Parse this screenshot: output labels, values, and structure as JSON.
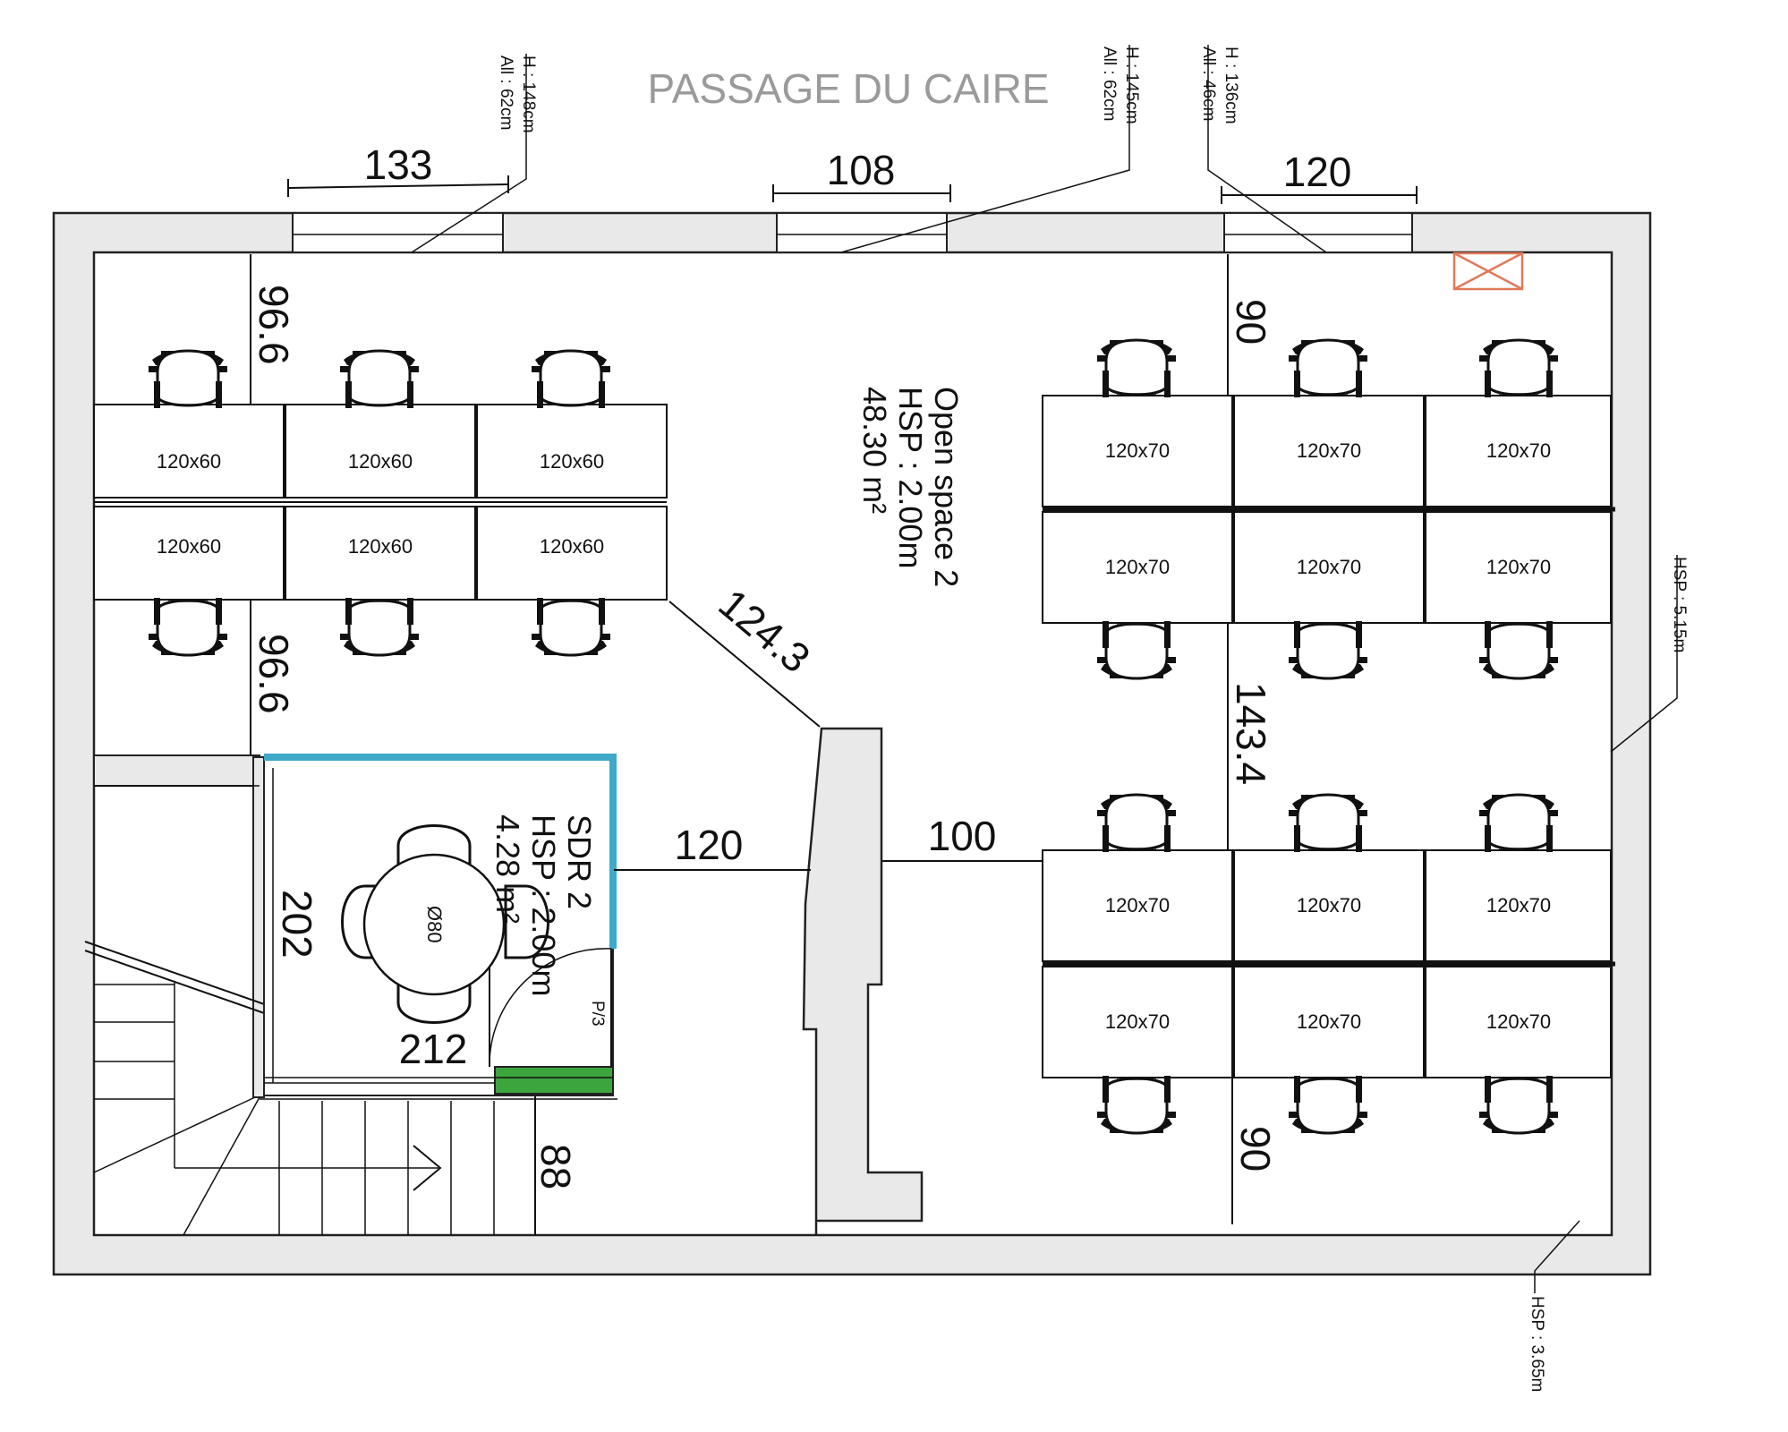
{
  "street_name": "PASSAGE DU CAIRE",
  "windows": [
    {
      "width": "133",
      "height": "H : 148cm",
      "sill": "All : 62cm"
    },
    {
      "width": "108",
      "height": "H : 145cm",
      "sill": "All : 62cm"
    },
    {
      "width": "120",
      "height": "H : 136cm",
      "sill": "All : 46cm"
    }
  ],
  "rooms": {
    "open_space": {
      "name": "Open space 2",
      "height": "HSP : 2.00m",
      "area": "48.30 m²"
    },
    "meeting_room": {
      "name": "SDR 2",
      "height": "HSP : 2.00m",
      "area": "4.28 m²"
    }
  },
  "ceiling_heights": {
    "right_wall": "HSP : 5.15m",
    "bottom_right": "HSP : 3.65m"
  },
  "dimensions": {
    "left_top": "96.6",
    "left_bottom": "96.6",
    "diagonal": "124.3",
    "meeting_to_column": "120",
    "column_to_desks": "100",
    "right_top": "90",
    "right_middle": "143.4",
    "right_bottom": "90",
    "meeting_height": "202",
    "meeting_width": "212",
    "stair_gap": "88"
  },
  "table_label": "Ø80",
  "door_label": "P/3",
  "desks_left": [
    "120x60",
    "120x60",
    "120x60",
    "120x60",
    "120x60",
    "120x60"
  ],
  "desks_right_top": [
    "120x70",
    "120x70",
    "120x70",
    "120x70",
    "120x70",
    "120x70"
  ],
  "desks_right_bottom": [
    "120x70",
    "120x70",
    "120x70",
    "120x70",
    "120x70",
    "120x70"
  ],
  "colors": {
    "meeting_wall": "#3fa9c8",
    "door_threshold": "#3da53d",
    "marker": "#e0795a"
  }
}
